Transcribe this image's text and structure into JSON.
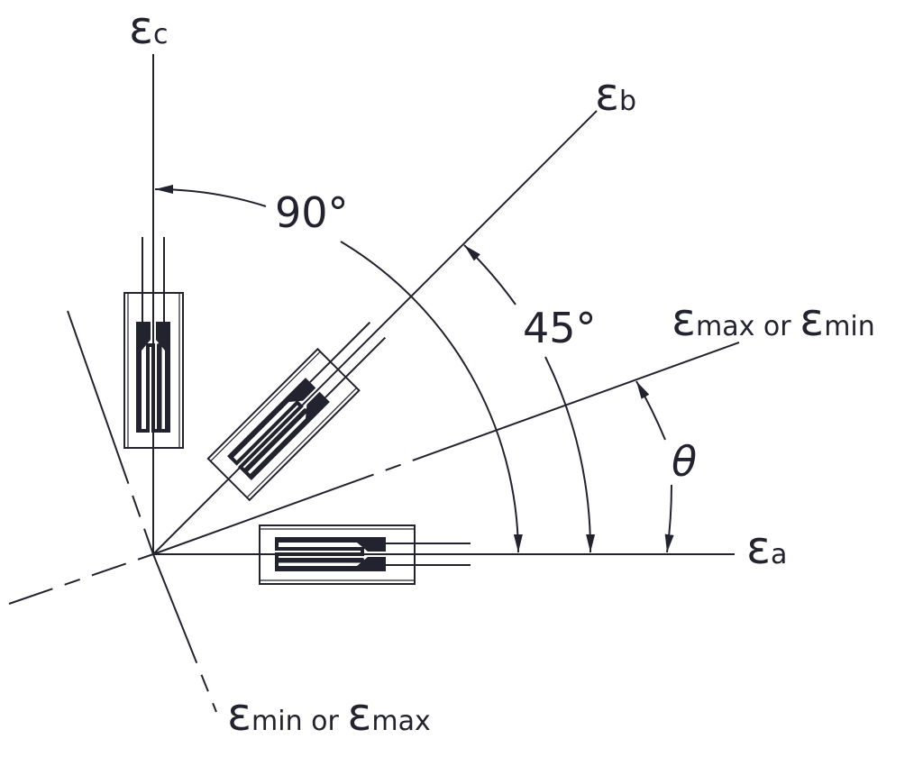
{
  "labels": {
    "eps_c": {
      "symbol": "ε",
      "sub": "c"
    },
    "eps_b": {
      "symbol": "ε",
      "sub": "b"
    },
    "eps_a": {
      "symbol": "ε",
      "sub": "a"
    },
    "principal_1": {
      "symbol1": "ε",
      "sub1": "max or ",
      "symbol2": "ε",
      "sub2": "min"
    },
    "principal_2": {
      "symbol1": "ε",
      "sub1": "min or ",
      "symbol2": "ε",
      "sub2": "max"
    },
    "angle_90": "90°",
    "angle_45": "45°",
    "angle_theta": "θ"
  },
  "colors": {
    "ink": "#23232f",
    "background": "#ffffff"
  }
}
